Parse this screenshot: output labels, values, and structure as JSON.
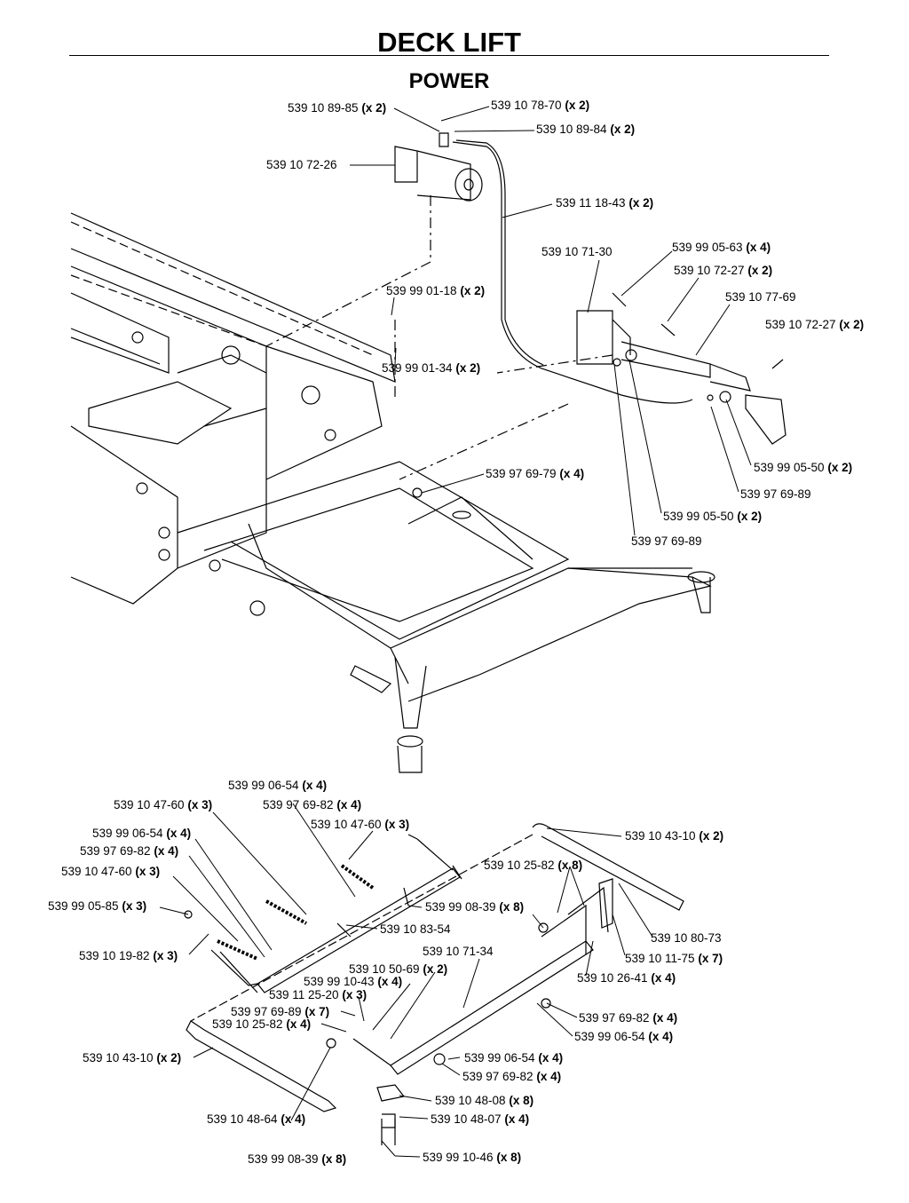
{
  "header": {
    "title": "DECK LIFT",
    "subtitle": "POWER"
  },
  "callouts": [
    {
      "part": "539 10 89-85",
      "qty": "(x 2)"
    },
    {
      "part": "539 10 78-70",
      "qty": "(x 2)"
    },
    {
      "part": "539 10 89-84",
      "qty": "(x 2)"
    },
    {
      "part": "539 10 72-26",
      "qty": ""
    },
    {
      "part": "539 11 18-43",
      "qty": "(x 2)"
    },
    {
      "part": "539 10 71-30",
      "qty": ""
    },
    {
      "part": "539 99 05-63",
      "qty": "(x 4)"
    },
    {
      "part": "539 10 72-27",
      "qty": "(x 2)"
    },
    {
      "part": "539 10 77-69",
      "qty": ""
    },
    {
      "part": "539 10 72-27",
      "qty": "(x 2)"
    },
    {
      "part": "539 99 01-18",
      "qty": "(x 2)"
    },
    {
      "part": "539 99 01-34",
      "qty": "(x 2)"
    },
    {
      "part": "539 99 05-50",
      "qty": "(x 2)"
    },
    {
      "part": "539 97 69-79",
      "qty": "(x 4)"
    },
    {
      "part": "539 97 69-89",
      "qty": ""
    },
    {
      "part": "539 99 05-50",
      "qty": "(x 2)"
    },
    {
      "part": "539 97 69-89",
      "qty": ""
    },
    {
      "part": "539 99 06-54",
      "qty": "(x 4)"
    },
    {
      "part": "539 10 47-60",
      "qty": "(x 3)"
    },
    {
      "part": "539 97 69-82",
      "qty": "(x 4)"
    },
    {
      "part": "539 10 47-60",
      "qty": "(x 3)"
    },
    {
      "part": "539 99 06-54",
      "qty": "(x 4)"
    },
    {
      "part": "539 10 43-10",
      "qty": "(x 2)"
    },
    {
      "part": "539 97 69-82",
      "qty": "(x 4)"
    },
    {
      "part": "539 10 25-82",
      "qty": "(x 8)"
    },
    {
      "part": "539 10 47-60",
      "qty": "(x 3)"
    },
    {
      "part": "539 99 05-85",
      "qty": "(x 3)"
    },
    {
      "part": "539 99 08-39",
      "qty": "(x 8)"
    },
    {
      "part": "539 10 83-54",
      "qty": ""
    },
    {
      "part": "539 10 80-73",
      "qty": ""
    },
    {
      "part": "539 10 19-82",
      "qty": "(x 3)"
    },
    {
      "part": "539 10 71-34",
      "qty": ""
    },
    {
      "part": "539 10 11-75",
      "qty": "(x 7)"
    },
    {
      "part": "539 10 50-69",
      "qty": "(x 2)"
    },
    {
      "part": "539 99 10-43",
      "qty": "(x 4)"
    },
    {
      "part": "539 10 26-41",
      "qty": "(x 4)"
    },
    {
      "part": "539 11 25-20",
      "qty": "(x 3)"
    },
    {
      "part": "539 97 69-89",
      "qty": "(x 7)"
    },
    {
      "part": "539 97 69-82",
      "qty": "(x 4)"
    },
    {
      "part": "539 10 25-82",
      "qty": "(x 4)"
    },
    {
      "part": "539 99 06-54",
      "qty": "(x 4)"
    },
    {
      "part": "539 10 43-10",
      "qty": "(x 2)"
    },
    {
      "part": "539 99 06-54",
      "qty": "(x 4)"
    },
    {
      "part": "539 97 69-82",
      "qty": "(x 4)"
    },
    {
      "part": "539 10 48-08",
      "qty": "(x 8)"
    },
    {
      "part": "539 10 48-64",
      "qty": "(x 4)"
    },
    {
      "part": "539 10 48-07",
      "qty": "(x 4)"
    },
    {
      "part": "539 99 10-46",
      "qty": "(x 8)"
    },
    {
      "part": "539 99 08-39",
      "qty": "(x 8)"
    }
  ]
}
